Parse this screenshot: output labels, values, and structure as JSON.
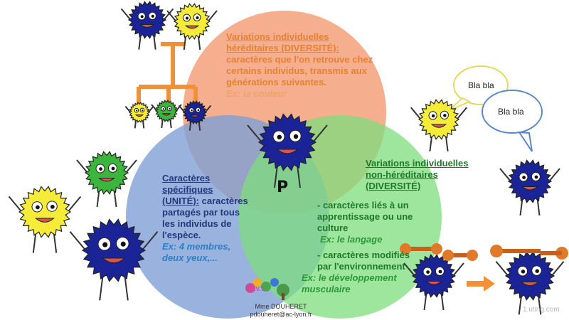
{
  "hereditary": {
    "title_line1": "Variations individuelles",
    "title_line2": "héréditaires (DIVERSITÉ):",
    "body": "caractères que l'on retrouve chez certains individus, transmis aux générations suivantes.",
    "example": "Ex: la couleur"
  },
  "specific": {
    "title_line1": "Caractères",
    "title_line2": "spécifiques",
    "title_line3": "(UNITÉ):",
    "body": "caractères partagés par tous les individus de l'espèce.",
    "example": "Ex: 4 membres, deux yeux,..."
  },
  "non_hereditary": {
    "title_line1": "Variations individuelles",
    "title_line2": "non-héréditaires",
    "title_line3": "(DIVERSITÉ)",
    "item1": "- caractères liés à un apprentissage ou une culture",
    "example1": "Ex: le langage",
    "item2": "- caractères modifiés par l'environnement",
    "example2": "Ex: le développement musculaire"
  },
  "center_label": "P",
  "bubbles": {
    "left": "Bla bla",
    "right": "Bla bla"
  },
  "credit": {
    "logo_text": "S.V.T",
    "name": "Mme DOUHERET",
    "email": "pdouheret@ac-lyon.fr"
  },
  "watermark": "1.uting.com",
  "colors": {
    "circle_hereditary": "#f4a582",
    "circle_specific": "#7f9fd6",
    "circle_non_hereditary": "#7ddc7d",
    "monster_blue": "#1a2496",
    "monster_yellow": "#f5ec3a",
    "monster_green": "#3cb53c",
    "arrow_orange": "#f0913a"
  }
}
